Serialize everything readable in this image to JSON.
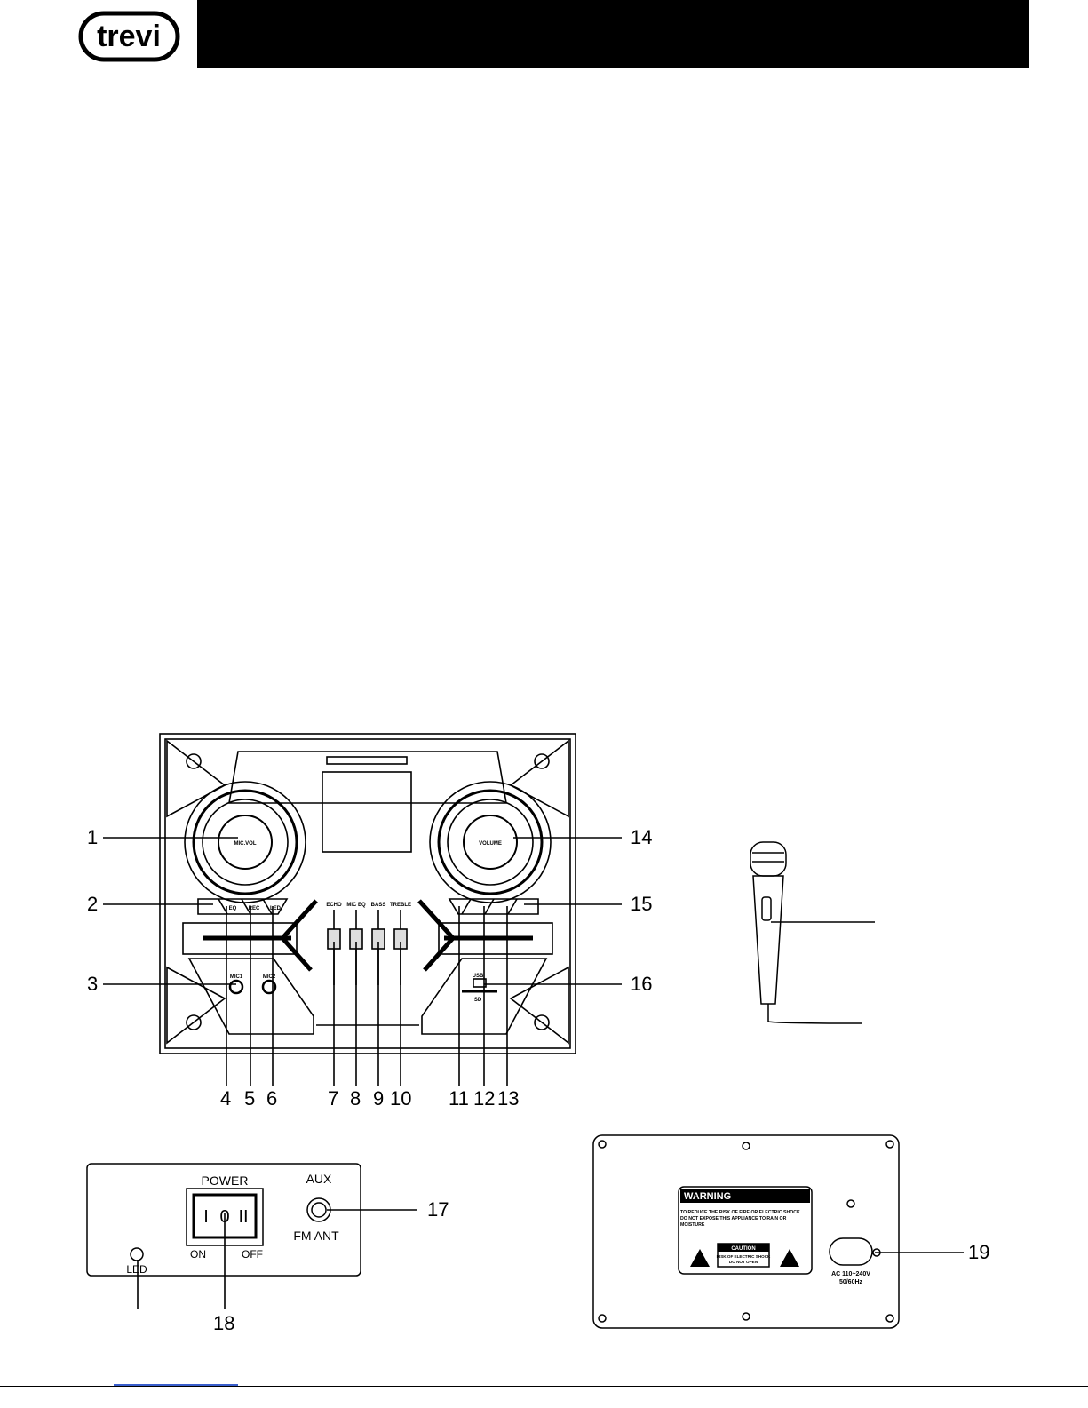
{
  "brand": "trevi",
  "front_panel": {
    "knob_left": "MIC.VOL",
    "knob_right": "VOLUME",
    "buttons_left": [
      "EQ",
      "REC",
      "LED"
    ],
    "slider_labels": [
      "ECHO",
      "MIC EQ",
      "BASS",
      "TREBLE"
    ],
    "jack_labels": [
      "MIC1",
      "MIC2"
    ],
    "slot_labels": [
      "USB",
      "SD"
    ]
  },
  "rear_left": {
    "power": "POWER",
    "aux": "AUX",
    "fm_ant": "FM ANT",
    "on": "ON",
    "off": "OFF",
    "led": "LED",
    "switch_marks": [
      "I",
      "0",
      "II"
    ]
  },
  "rear_right": {
    "warning_title": "WARNING",
    "warning_text_1": "TO REDUCE THE RISK OF FIRE OR ELECTRIC SHOCK",
    "warning_text_2": "DO NOT EXPOSE THIS APPLIANCE TO RAIN OR",
    "warning_text_3": "MOISTURE",
    "caution_title": "CAUTION",
    "caution_text_1": "RISK OF ELECTRIC SHOCK",
    "caution_text_2": "DO NOT OPEN",
    "ac_line_1": "AC 110~240V",
    "ac_line_2": "50/60Hz"
  },
  "callouts": {
    "n1": "1",
    "n2": "2",
    "n3": "3",
    "n4": "4",
    "n5": "5",
    "n6": "6",
    "n7": "7",
    "n8": "8",
    "n9": "9",
    "n10": "10",
    "n11": "11",
    "n12": "12",
    "n13": "13",
    "n14": "14",
    "n15": "15",
    "n16": "16",
    "n17": "17",
    "n18": "18",
    "n19": "19"
  }
}
